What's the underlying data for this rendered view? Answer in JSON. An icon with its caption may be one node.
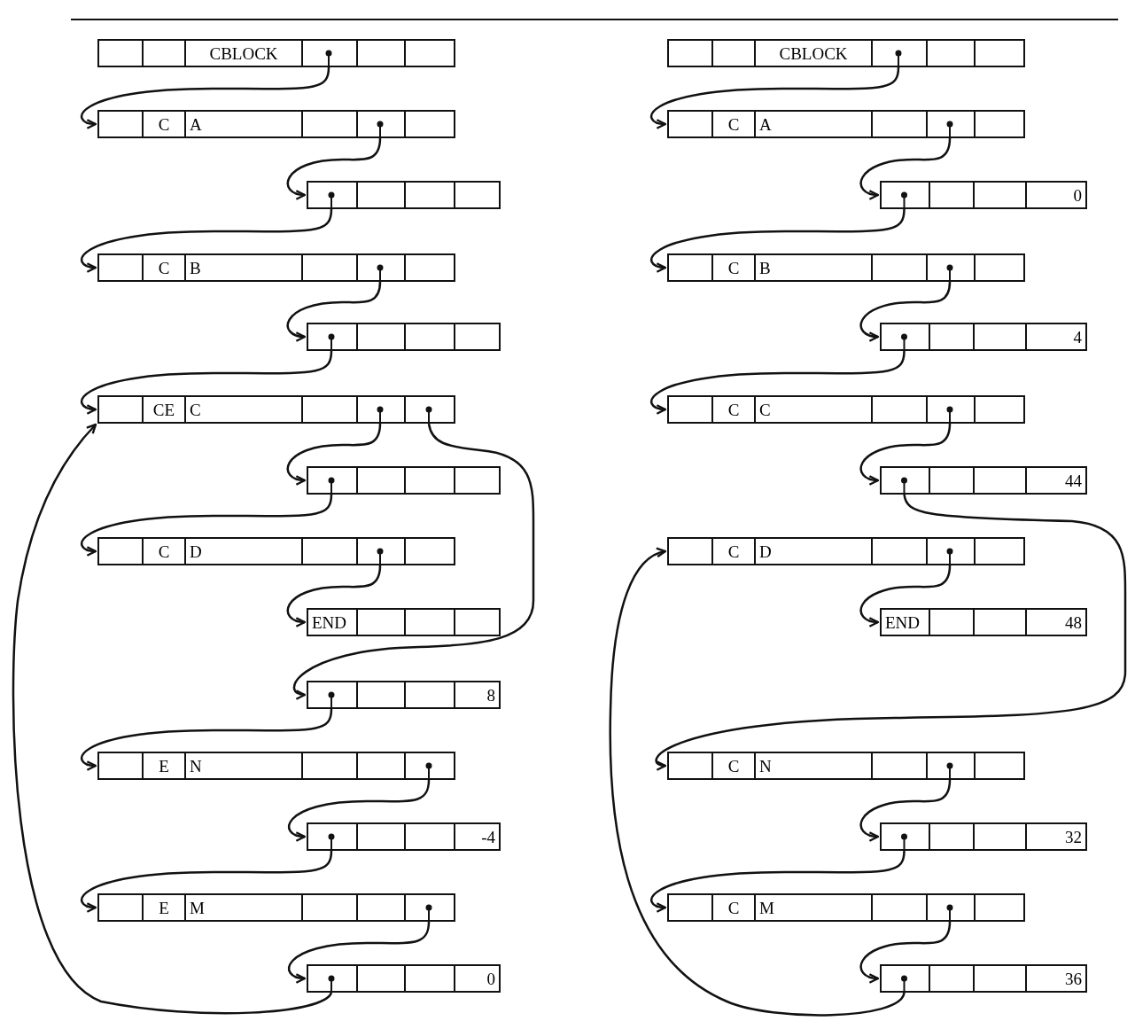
{
  "diagram": {
    "nodes": [
      {
        "text": [
          "CBLOCK"
        ]
      },
      {
        "text": [
          "C",
          "A"
        ]
      },
      {
        "text": [],
        "shape": "box"
      },
      {
        "text": [
          "C",
          "B"
        ]
      },
      {
        "text": [],
        "shape": "box"
      },
      {
        "text": [
          "CE",
          "C"
        ]
      },
      {
        "text": [],
        "shape": "box"
      },
      {
        "text": [
          "C",
          "D"
        ]
      },
      {
        "text": [
          "END"
        ]
      },
      {
        "text": [
          "8"
        ]
      },
      {
        "text": [
          "E",
          "N"
        ]
      },
      {
        "text": [
          "-4"
        ]
      },
      {
        "text": [
          "E",
          "M"
        ]
      },
      {
        "text": [
          "0"
        ]
      },
      {
        "text": [
          "CBLOCK"
        ]
      },
      {
        "text": [
          "C",
          "A"
        ]
      },
      {
        "text": [
          "0"
        ]
      },
      {
        "text": [
          "C",
          "B"
        ]
      },
      {
        "text": [
          "4"
        ]
      },
      {
        "text": [
          "C",
          "C"
        ]
      },
      {
        "text": [
          "44"
        ]
      },
      {
        "text": [
          "C",
          "D"
        ]
      },
      {
        "text": [
          "END",
          "48"
        ]
      },
      {
        "text": [
          "C",
          "N"
        ]
      },
      {
        "text": [
          "32"
        ]
      },
      {
        "text": [
          "C",
          "M"
        ]
      },
      {
        "text": [
          "36"
        ]
      }
    ],
    "edges": [
      {
        "from": 0,
        "to": 1,
        "arrow": "to"
      },
      {
        "from": 1,
        "to": 2,
        "arrow": "to"
      },
      {
        "from": 2,
        "to": 3,
        "arrow": "to"
      },
      {
        "from": 3,
        "to": 4,
        "arrow": "to"
      },
      {
        "from": 4,
        "to": 5,
        "arrow": "to"
      },
      {
        "from": 5,
        "to": 6,
        "arrow": "to"
      },
      {
        "from": 5,
        "to": 9,
        "arrow": "to"
      },
      {
        "from": 6,
        "to": 7,
        "arrow": "to"
      },
      {
        "from": 7,
        "to": 8,
        "arrow": "to"
      },
      {
        "from": 9,
        "to": 10,
        "arrow": "to"
      },
      {
        "from": 10,
        "to": 11,
        "arrow": "to"
      },
      {
        "from": 11,
        "to": 12,
        "arrow": "to"
      },
      {
        "from": 12,
        "to": 13,
        "arrow": "to"
      },
      {
        "from": 13,
        "to": 5,
        "arrow": "to"
      },
      {
        "from": 14,
        "to": 15,
        "arrow": "to"
      },
      {
        "from": 15,
        "to": 16,
        "arrow": "to"
      },
      {
        "from": 16,
        "to": 17,
        "arrow": "to"
      },
      {
        "from": 17,
        "to": 18,
        "arrow": "to"
      },
      {
        "from": 18,
        "to": 19,
        "arrow": "to"
      },
      {
        "from": 19,
        "to": 20,
        "arrow": "to"
      },
      {
        "from": 20,
        "to": 23,
        "arrow": "to"
      },
      {
        "from": 21,
        "to": 22,
        "arrow": "to"
      },
      {
        "from": 23,
        "to": 24,
        "arrow": "to"
      },
      {
        "from": 24,
        "to": 25,
        "arrow": "to"
      },
      {
        "from": 25,
        "to": 26,
        "arrow": "to"
      },
      {
        "from": 26,
        "to": 21,
        "arrow": "to"
      }
    ]
  }
}
